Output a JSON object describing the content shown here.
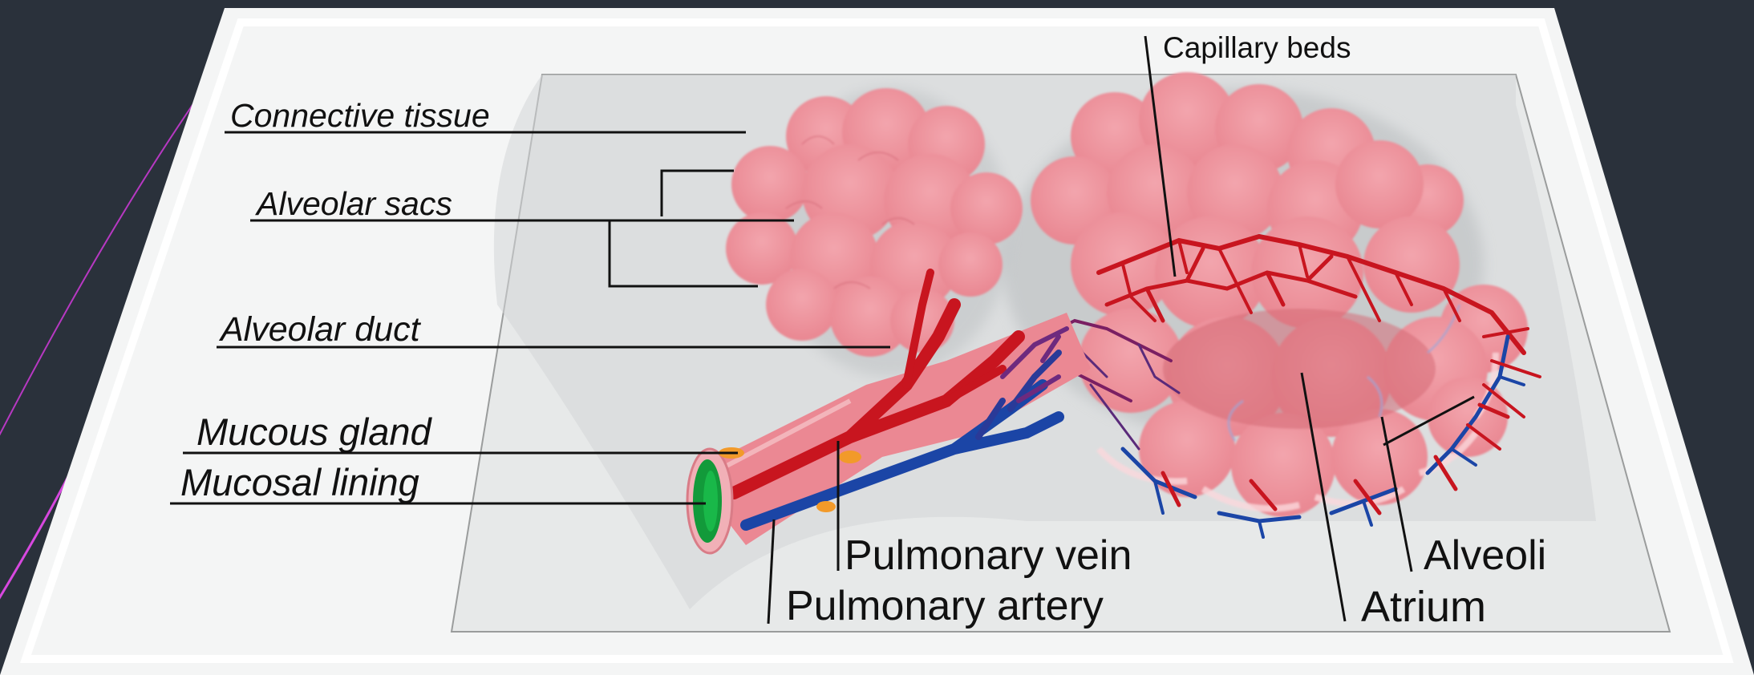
{
  "colors": {
    "background": "#2a313b",
    "paper": "#f5f5f5",
    "inner_panel": "#e6e8e8",
    "alveoli_pink": "#eb8c96",
    "artery_red": "#cc1620",
    "vein_blue": "#1b45a6",
    "mucosa_green": "#149a3c",
    "gland_orange": "#f29a2a",
    "accent_magenta": "#d63ad8"
  },
  "labels": {
    "connective_tissue": "Connective tissue",
    "alveolar_sacs": "Alveolar sacs",
    "alveolar_duct": "Alveolar duct",
    "mucous_gland": "Mucous gland",
    "mucosal_lining": "Mucosal lining",
    "capillary_beds": "Capillary beds",
    "pulmonary_vein": "Pulmonary vein",
    "pulmonary_artery": "Pulmonary artery",
    "alveoli": "Alveoli",
    "atrium": "Atrium"
  }
}
